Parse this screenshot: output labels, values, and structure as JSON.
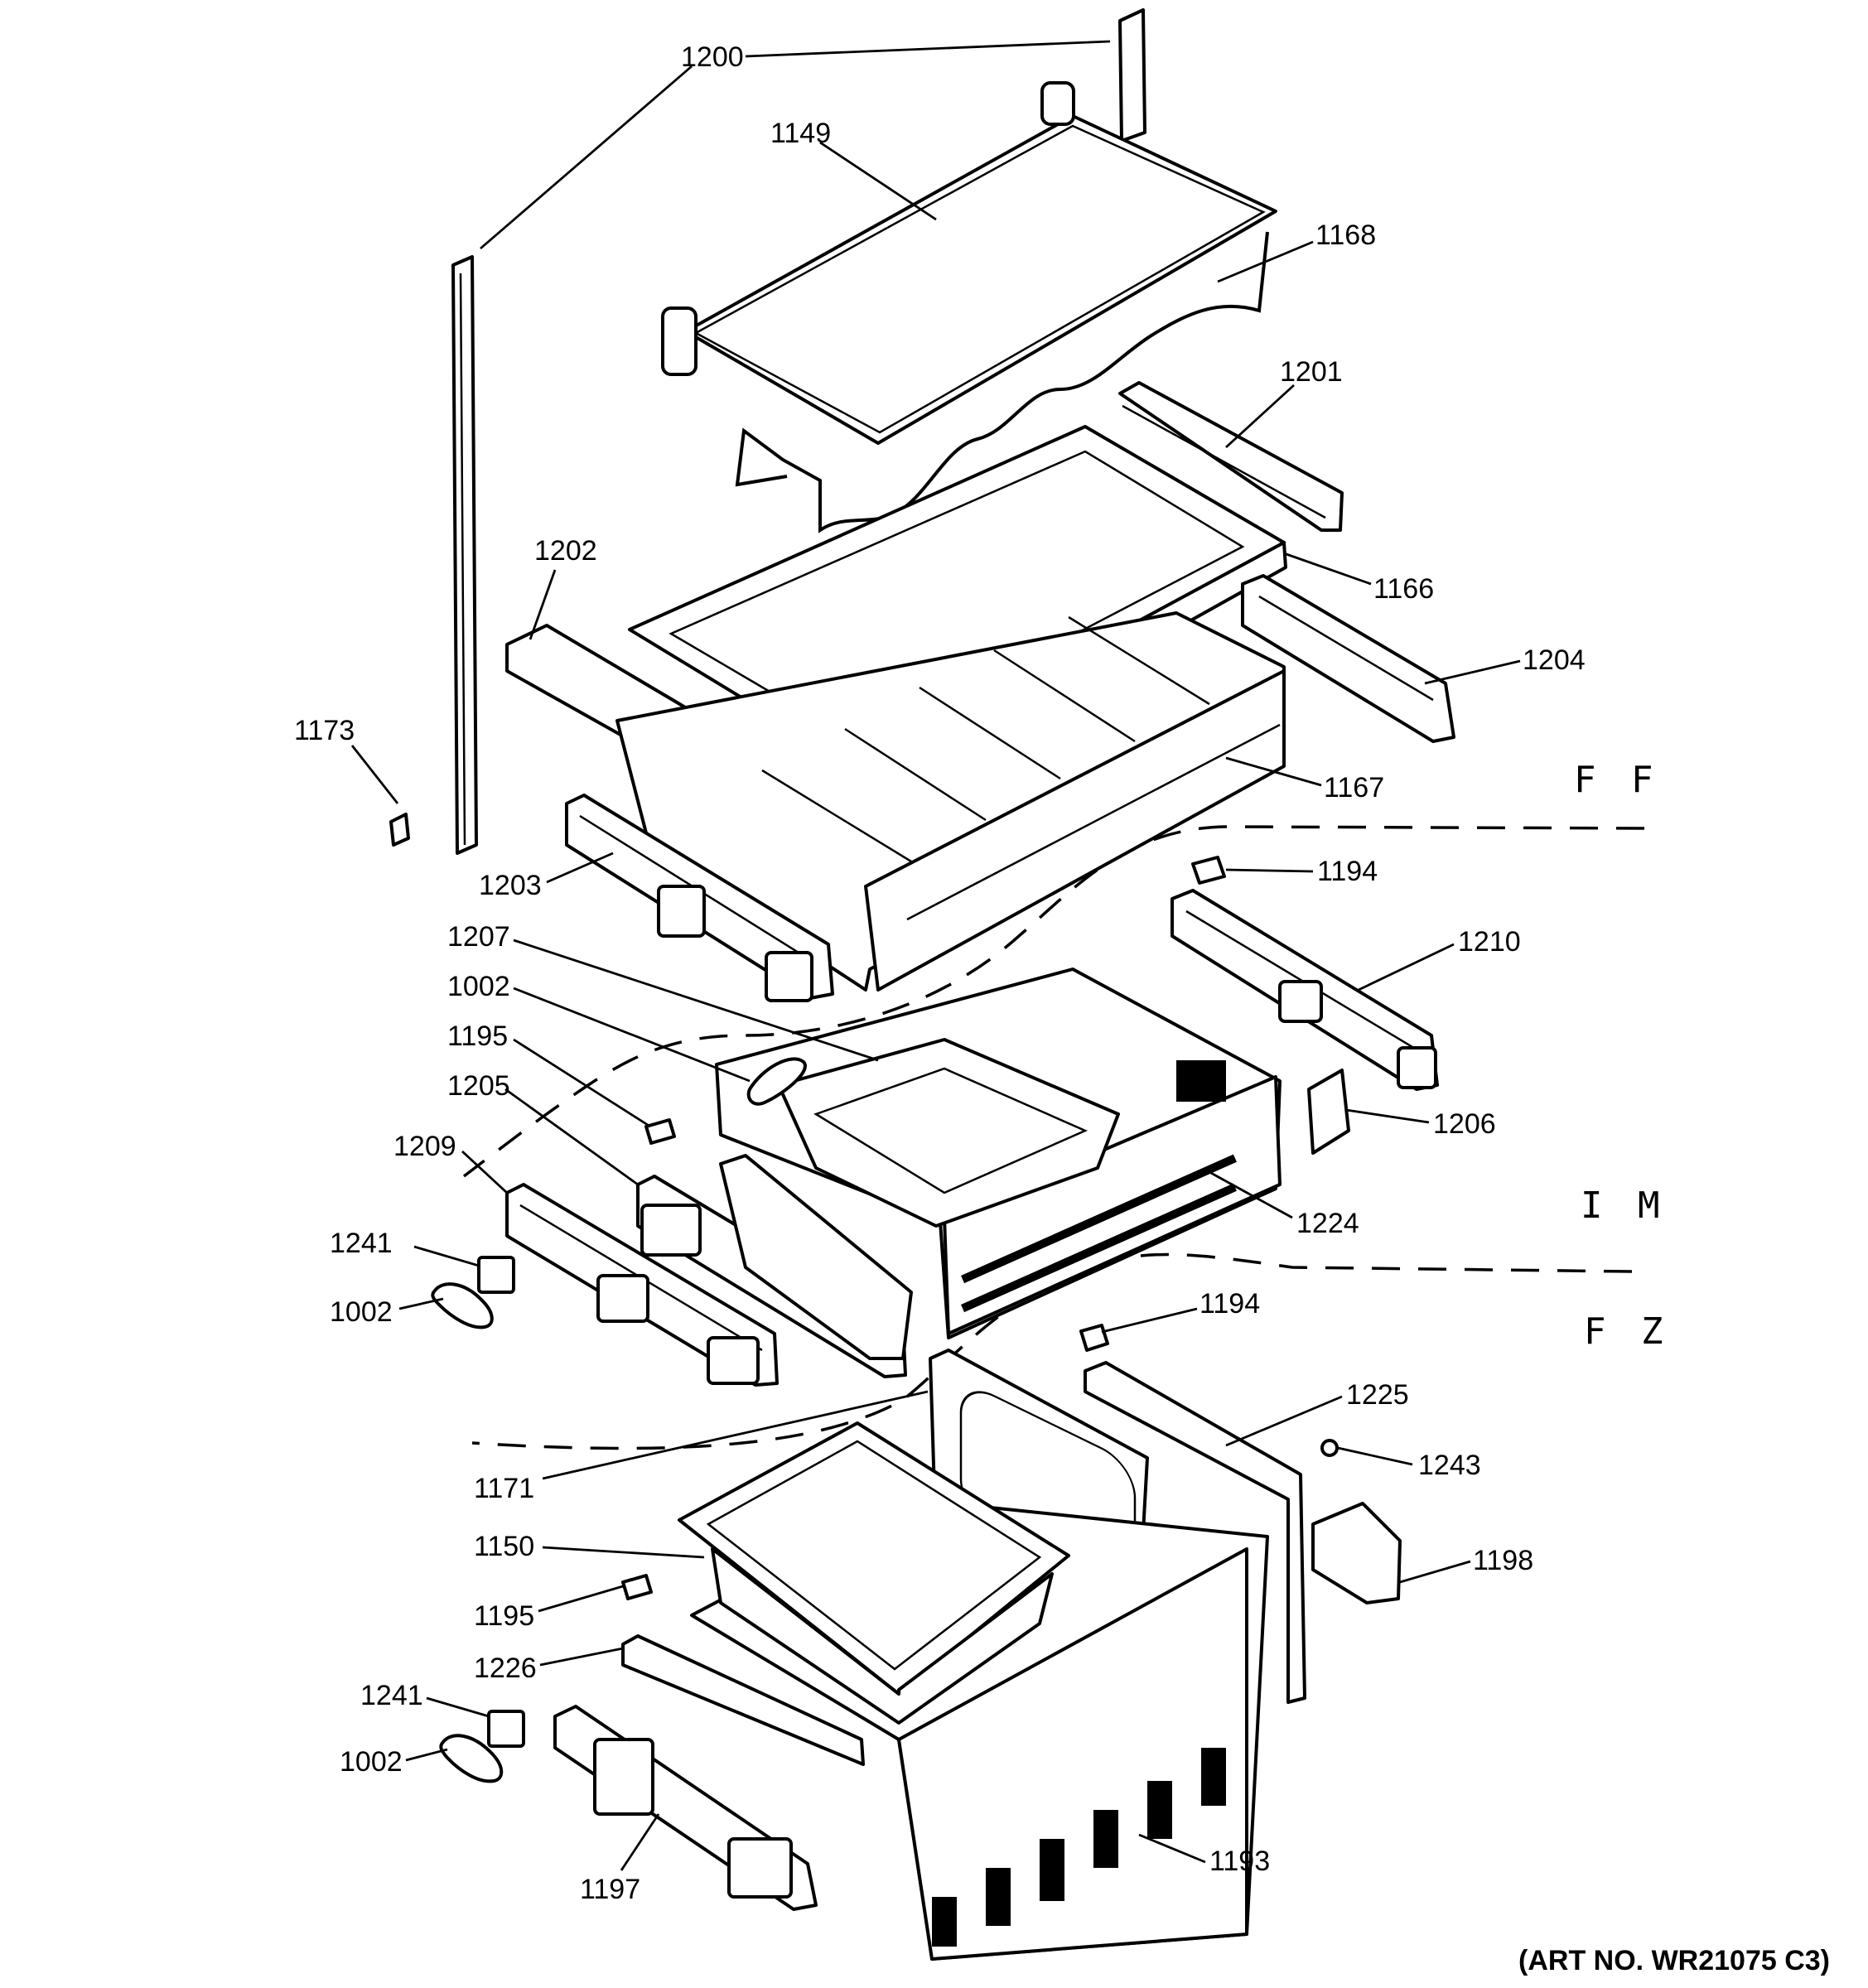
{
  "labels": {
    "p1200": "1200",
    "p1149": "1149",
    "p1168": "1168",
    "p1201": "1201",
    "p1202": "1202",
    "p1166": "1166",
    "p1204": "1204",
    "p1173": "1173",
    "p1167": "1167",
    "p1203": "1203",
    "p1194a": "1194",
    "p1210": "1210",
    "p1207": "1207",
    "p1002a": "1002",
    "p1195a": "1195",
    "p1205": "1205",
    "p1206": "1206",
    "p1209": "1209",
    "p1224": "1224",
    "p1241a": "1241",
    "p1002b": "1002",
    "p1194b": "1194",
    "p1225": "1225",
    "p1243": "1243",
    "p1171": "1171",
    "p1150": "1150",
    "p1198": "1198",
    "p1195b": "1195",
    "p1226": "1226",
    "p1241b": "1241",
    "p1002c": "1002",
    "p1197": "1197",
    "p1193": "1193"
  },
  "zones": {
    "ff": "F F",
    "im": "I M",
    "fz": "F Z"
  },
  "art_number": "(ART NO. WR21075 C3)"
}
